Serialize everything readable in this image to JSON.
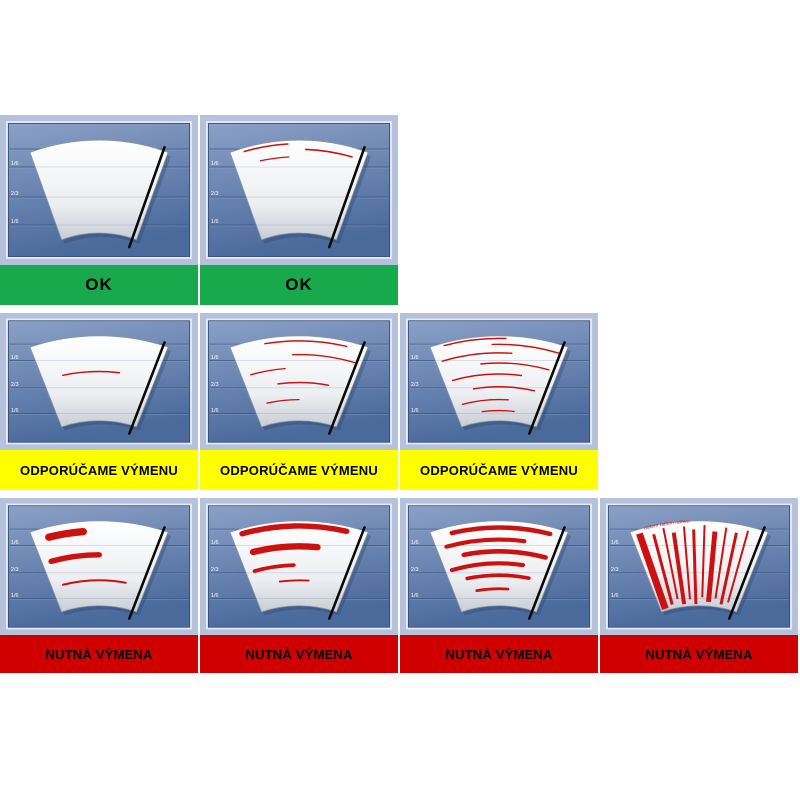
{
  "page": {
    "background_color": "#ffffff"
  },
  "zone_labels": [
    "1/6",
    "2/3",
    "1/6"
  ],
  "colors": {
    "panel_bg": "#b6c1dc",
    "screen_blue_top": "#8ba0c6",
    "screen_blue_bottom": "#4a6a9c",
    "ok_green": "#18a94c",
    "warn_yellow": "#ffff00",
    "replace_red": "#d00000",
    "mark_red": "#cc1111",
    "blade_black": "#0a0a0a"
  },
  "rows": [
    {
      "name": "ok",
      "label": "OK",
      "bar_color": "#18a94c",
      "panels": [
        {
          "severity": "clean-wipe",
          "marks": []
        },
        {
          "severity": "first-faint-streaks",
          "marks": [
            {
              "k": "arc",
              "t": 0.04,
              "u1": 0.1,
              "u2": 0.42,
              "w": 1.6
            },
            {
              "k": "arc",
              "t": 0.1,
              "u1": 0.55,
              "u2": 0.9,
              "w": 1.6
            },
            {
              "k": "arc",
              "t": 0.18,
              "u1": 0.2,
              "u2": 0.42,
              "w": 1.3
            }
          ]
        }
      ]
    },
    {
      "name": "recommend",
      "label": "ODPORÚČAME VÝMENU",
      "bar_color": "#ffff00",
      "panels": [
        {
          "severity": "single-streak",
          "marks": [
            {
              "k": "arc",
              "t": 0.42,
              "u1": 0.18,
              "u2": 0.68,
              "w": 1.6
            }
          ]
        },
        {
          "severity": "several-streaks",
          "marks": [
            {
              "k": "arc",
              "t": 0.06,
              "u1": 0.25,
              "u2": 0.85,
              "w": 1.6
            },
            {
              "k": "arc",
              "t": 0.22,
              "u1": 0.45,
              "u2": 0.95,
              "w": 1.5
            },
            {
              "k": "arc",
              "t": 0.38,
              "u1": 0.08,
              "u2": 0.38,
              "w": 1.5
            },
            {
              "k": "arc",
              "t": 0.55,
              "u1": 0.3,
              "u2": 0.78,
              "w": 1.6
            },
            {
              "k": "arc",
              "t": 0.75,
              "u1": 0.15,
              "u2": 0.5,
              "w": 1.4
            }
          ]
        },
        {
          "severity": "many-streaks",
          "marks": [
            {
              "k": "arc",
              "t": 0.03,
              "u1": 0.1,
              "u2": 0.55,
              "w": 1.6
            },
            {
              "k": "arc",
              "t": 0.1,
              "u1": 0.45,
              "u2": 0.95,
              "w": 1.6
            },
            {
              "k": "arc",
              "t": 0.2,
              "u1": 0.05,
              "u2": 0.6,
              "w": 1.6
            },
            {
              "k": "arc",
              "t": 0.32,
              "u1": 0.35,
              "u2": 0.92,
              "w": 1.6
            },
            {
              "k": "arc",
              "t": 0.45,
              "u1": 0.08,
              "u2": 0.7,
              "w": 1.6
            },
            {
              "k": "arc",
              "t": 0.6,
              "u1": 0.25,
              "u2": 0.85,
              "w": 1.6
            },
            {
              "k": "arc",
              "t": 0.75,
              "u1": 0.1,
              "u2": 0.6,
              "w": 1.5
            },
            {
              "k": "arc",
              "t": 0.88,
              "u1": 0.3,
              "u2": 0.68,
              "w": 1.4
            }
          ]
        }
      ]
    },
    {
      "name": "replace",
      "label": "NUTNÁ VÝMENA",
      "bar_color": "#d00000",
      "panels": [
        {
          "severity": "smears",
          "marks": [
            {
              "k": "arc",
              "t": 0.12,
              "u1": 0.12,
              "u2": 0.38,
              "w": 8
            },
            {
              "k": "arc",
              "t": 0.4,
              "u1": 0.08,
              "u2": 0.5,
              "w": 6
            },
            {
              "k": "arc",
              "t": 0.7,
              "u1": 0.12,
              "u2": 0.78,
              "w": 2.2
            }
          ]
        },
        {
          "severity": "heavy-smears",
          "marks": [
            {
              "k": "arc",
              "t": 0.06,
              "u1": 0.08,
              "u2": 0.85,
              "w": 6
            },
            {
              "k": "arc",
              "t": 0.3,
              "u1": 0.12,
              "u2": 0.65,
              "w": 7
            },
            {
              "k": "arc",
              "t": 0.52,
              "u1": 0.08,
              "u2": 0.45,
              "w": 4
            },
            {
              "k": "arc",
              "t": 0.7,
              "u1": 0.3,
              "u2": 0.6,
              "w": 2
            }
          ]
        },
        {
          "severity": "dense-smears",
          "marks": [
            {
              "k": "arc",
              "t": 0.08,
              "u1": 0.15,
              "u2": 0.88,
              "w": 5
            },
            {
              "k": "arc",
              "t": 0.22,
              "u1": 0.08,
              "u2": 0.7,
              "w": 4.5
            },
            {
              "k": "arc",
              "t": 0.36,
              "u1": 0.2,
              "u2": 0.9,
              "w": 5
            },
            {
              "k": "arc",
              "t": 0.5,
              "u1": 0.06,
              "u2": 0.72,
              "w": 4.5
            },
            {
              "k": "arc",
              "t": 0.64,
              "u1": 0.18,
              "u2": 0.8,
              "w": 4
            },
            {
              "k": "arc",
              "t": 0.8,
              "u1": 0.25,
              "u2": 0.6,
              "w": 3
            }
          ]
        },
        {
          "severity": "judder-marks",
          "top_text": "rattern rattern rattern",
          "marks": [
            {
              "k": "ray",
              "u": 0.06,
              "t1": 0.05,
              "t2": 0.98,
              "w": 7
            },
            {
              "k": "ray",
              "u": 0.16,
              "t1": 0.1,
              "t2": 0.95,
              "w": 3
            },
            {
              "k": "ray",
              "u": 0.24,
              "t1": 0.05,
              "t2": 0.9,
              "w": 2
            },
            {
              "k": "ray",
              "u": 0.31,
              "t1": 0.12,
              "t2": 0.97,
              "w": 4
            },
            {
              "k": "ray",
              "u": 0.39,
              "t1": 0.06,
              "t2": 0.92,
              "w": 2
            },
            {
              "k": "ray",
              "u": 0.46,
              "t1": 0.1,
              "t2": 0.98,
              "w": 3
            },
            {
              "k": "ray",
              "u": 0.54,
              "t1": 0.05,
              "t2": 0.9,
              "w": 2
            },
            {
              "k": "ray",
              "u": 0.62,
              "t1": 0.12,
              "t2": 0.95,
              "w": 5
            },
            {
              "k": "ray",
              "u": 0.7,
              "t1": 0.06,
              "t2": 0.9,
              "w": 2
            },
            {
              "k": "ray",
              "u": 0.78,
              "t1": 0.1,
              "t2": 0.96,
              "w": 3
            },
            {
              "k": "ray",
              "u": 0.86,
              "t1": 0.05,
              "t2": 0.92,
              "w": 2
            }
          ]
        }
      ]
    }
  ]
}
